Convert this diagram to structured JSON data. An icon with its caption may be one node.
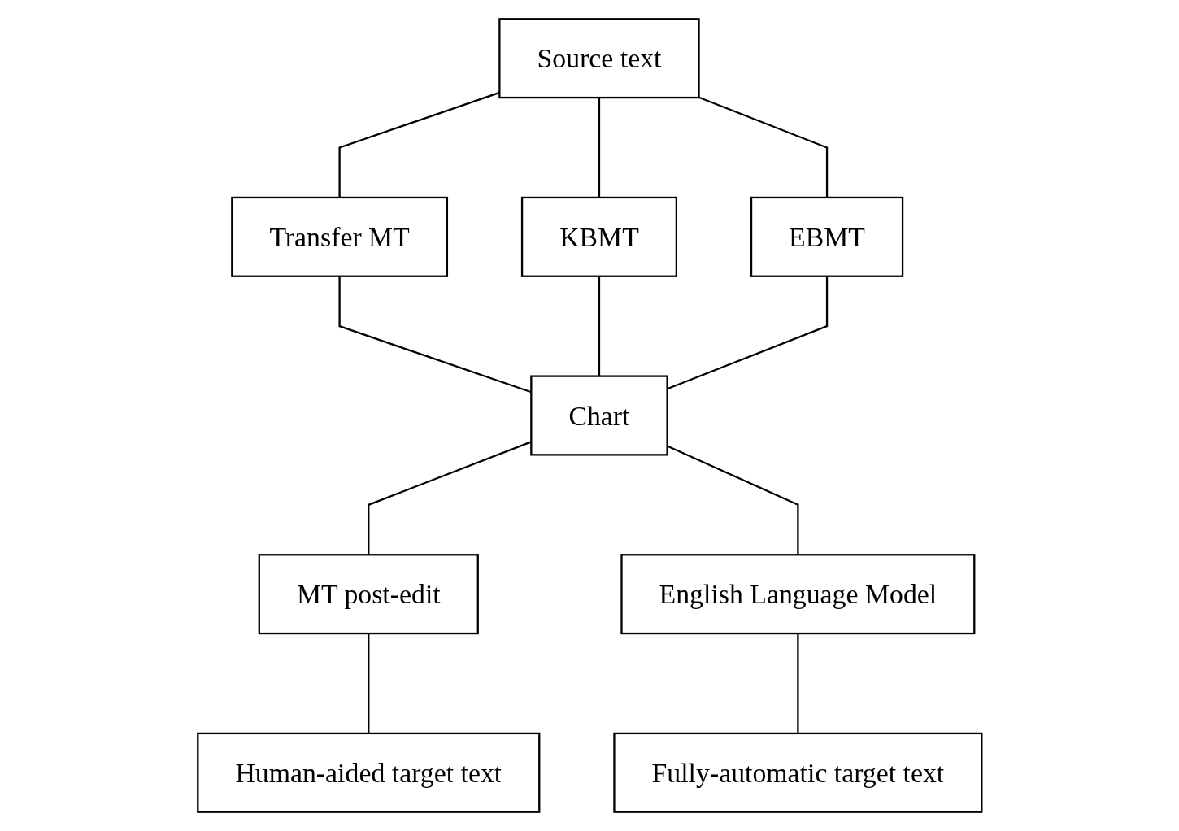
{
  "diagram": {
    "nodes": [
      {
        "text": [
          "Source text"
        ]
      },
      {
        "text": [
          "Transfer MT"
        ]
      },
      {
        "text": [
          "KBMT"
        ]
      },
      {
        "text": [
          "EBMT"
        ]
      },
      {
        "text": [
          "Chart"
        ]
      },
      {
        "text": [
          "MT post-edit"
        ]
      },
      {
        "text": [
          "English Language Model"
        ]
      },
      {
        "text": [
          "Human-aided target text"
        ]
      },
      {
        "text": [
          "Fully-automatic target text"
        ]
      }
    ],
    "edges": [
      {
        "from": 0,
        "to": 1,
        "arrow": "none"
      },
      {
        "from": 0,
        "to": 2,
        "arrow": "none"
      },
      {
        "from": 0,
        "to": 3,
        "arrow": "none"
      },
      {
        "from": 1,
        "to": 4,
        "arrow": "none"
      },
      {
        "from": 2,
        "to": 4,
        "arrow": "none"
      },
      {
        "from": 3,
        "to": 4,
        "arrow": "none"
      },
      {
        "from": 4,
        "to": 5,
        "arrow": "none"
      },
      {
        "from": 4,
        "to": 6,
        "arrow": "none"
      },
      {
        "from": 5,
        "to": 7,
        "arrow": "none"
      },
      {
        "from": 6,
        "to": 8,
        "arrow": "none"
      }
    ]
  }
}
